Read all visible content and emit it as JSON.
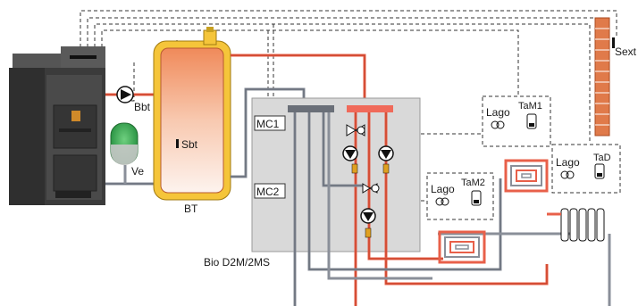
{
  "labels": {
    "bbt": "Bbt",
    "sbt": "Sbt",
    "ve": "Ve",
    "bt": "BT",
    "sext": "Sext",
    "mc1": "MC1",
    "mc2": "MC2",
    "module": "Bio D2M/2MS",
    "lago1": "Lago",
    "tam1": "TaM1",
    "lago2": "Lago",
    "tam2": "TaM2",
    "lago3": "Lago",
    "tad": "TaD"
  },
  "colors": {
    "flow_pipe": "#e8604a",
    "return_pipe": "#8a8f99",
    "tank_jacket": "#f5c53a",
    "expansion_vessel": "#2fa84a",
    "boiler_body": "#3b3b3b",
    "module_panel": "#d9d9d9",
    "wall_brick": "#e07a4a"
  },
  "icons": [
    "boiler",
    "pump-icon",
    "expansion-vessel",
    "buffer-tank",
    "mixing-valve-icon",
    "thermostat-icon",
    "room-controller-icon",
    "underfloor-coil",
    "radiator",
    "outdoor-sensor-wall"
  ]
}
